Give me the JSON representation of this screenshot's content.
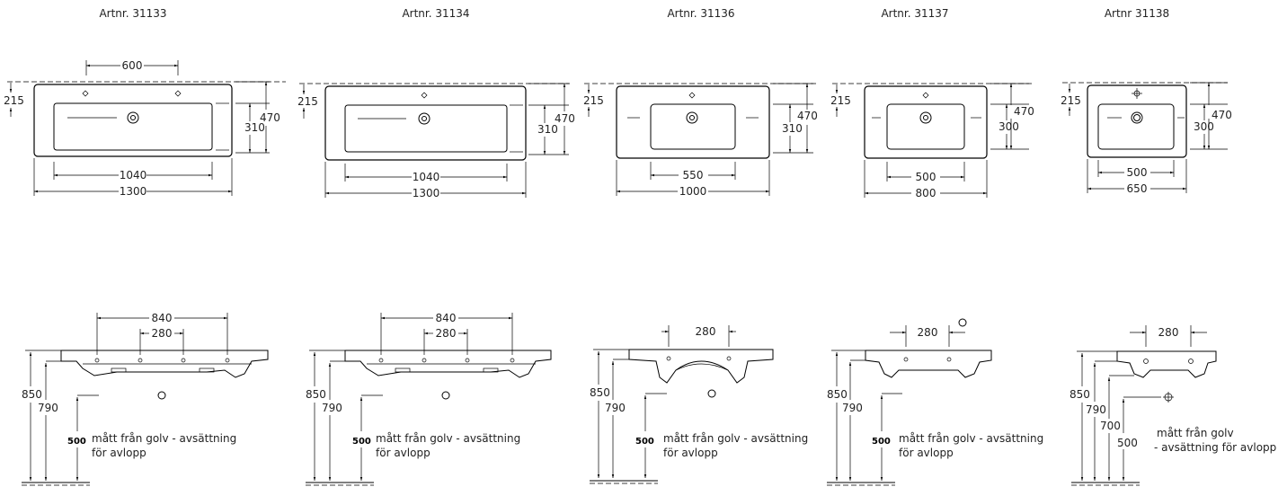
{
  "titles": [
    "Artnr. 31133",
    "Artnr. 31134",
    "Artnr. 31136",
    "Artnr. 31137",
    "Artnr 31138"
  ],
  "top_dims": {
    "d600": "600",
    "d215": "215",
    "d310": "310",
    "d300": "300",
    "d470": "470",
    "d1040": "1040",
    "d1300": "1300",
    "d550": "550",
    "d1000": "1000",
    "d500": "500",
    "d800": "800",
    "d650": "650"
  },
  "side_dims": {
    "d840": "840",
    "d280": "280",
    "d850": "850",
    "d790": "790",
    "d700": "700",
    "d500": "500"
  },
  "notes": {
    "line1": "mått från golv - avsättning",
    "line2": "för avlopp",
    "alt_line1": "mått från golv",
    "alt_line2": "- avsättning för avlopp"
  }
}
